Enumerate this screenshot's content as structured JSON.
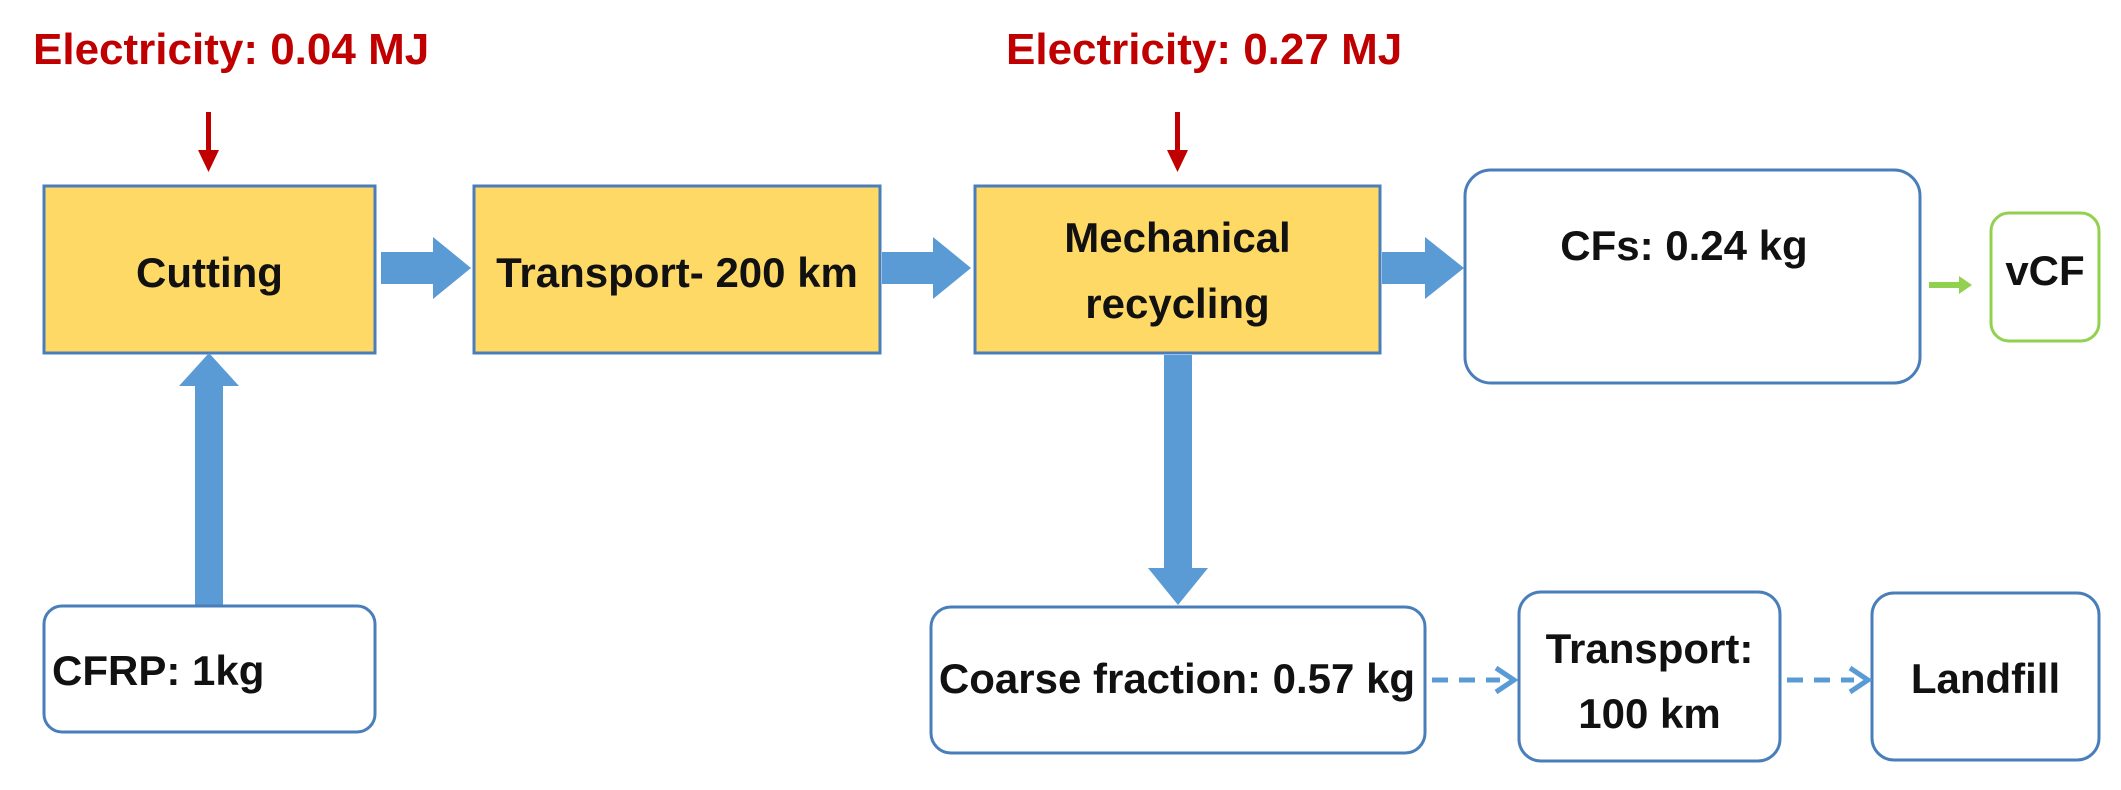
{
  "electricity": {
    "cutting_label": "Electricity: 0.04 MJ",
    "recycling_label": "Electricity: 0.27 MJ"
  },
  "processes": {
    "cutting": "Cutting",
    "transport1": "Transport- 200 km",
    "recycling_line1": "Mechanical",
    "recycling_line2": "recycling"
  },
  "flows": {
    "cfs": "CFs: 0.24 kg",
    "vcf": "vCF",
    "cfrp": "CFRP: 1kg",
    "coarse": "Coarse fraction: 0.57 kg",
    "transport2_line1": "Transport:",
    "transport2_line2": "100 km",
    "landfill": "Landfill"
  },
  "colors": {
    "process_fill": "#ffd966",
    "process_border": "#4a7ebb",
    "arrow": "#5b9bd5",
    "electricity_text": "#c00000",
    "electricity_arrow": "#c00000",
    "vcf_accent": "#92d050"
  }
}
